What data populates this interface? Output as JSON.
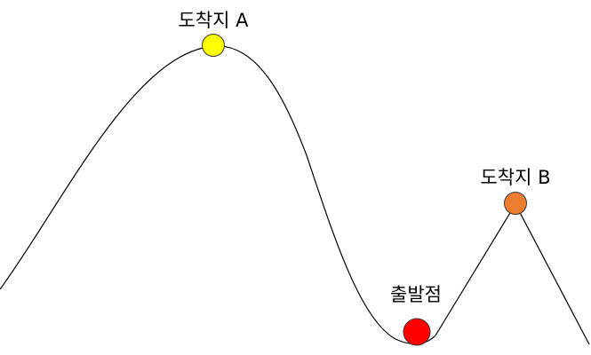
{
  "labels": {
    "destination_a": "도착지 A",
    "destination_b": "도착지 B",
    "start": "출발점"
  },
  "colors": {
    "curve": "#000000",
    "destination_a_ball": "#ffff00",
    "destination_b_ball": "#ed7d31",
    "start_ball": "#ff0000",
    "ball_stroke": "#3a3a3a"
  }
}
